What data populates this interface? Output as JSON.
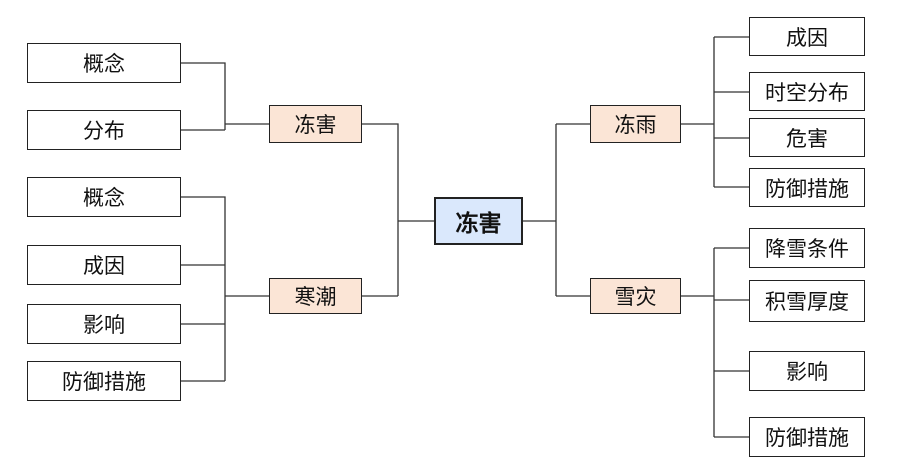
{
  "root": {
    "label": "冻害"
  },
  "left": {
    "freeze_damage": {
      "label": "冻害",
      "children": [
        "概念",
        "分布"
      ]
    },
    "cold_wave": {
      "label": "寒潮",
      "children": [
        "概念",
        "成因",
        "影响",
        "防御措施"
      ]
    }
  },
  "right": {
    "freezing_rain": {
      "label": "冻雨",
      "children": [
        "成因",
        "时空分布",
        "危害",
        "防御措施"
      ]
    },
    "snow_disaster": {
      "label": "雪灾",
      "children": [
        "降雪条件",
        "积雪厚度",
        "影响",
        "防御措施"
      ]
    }
  }
}
